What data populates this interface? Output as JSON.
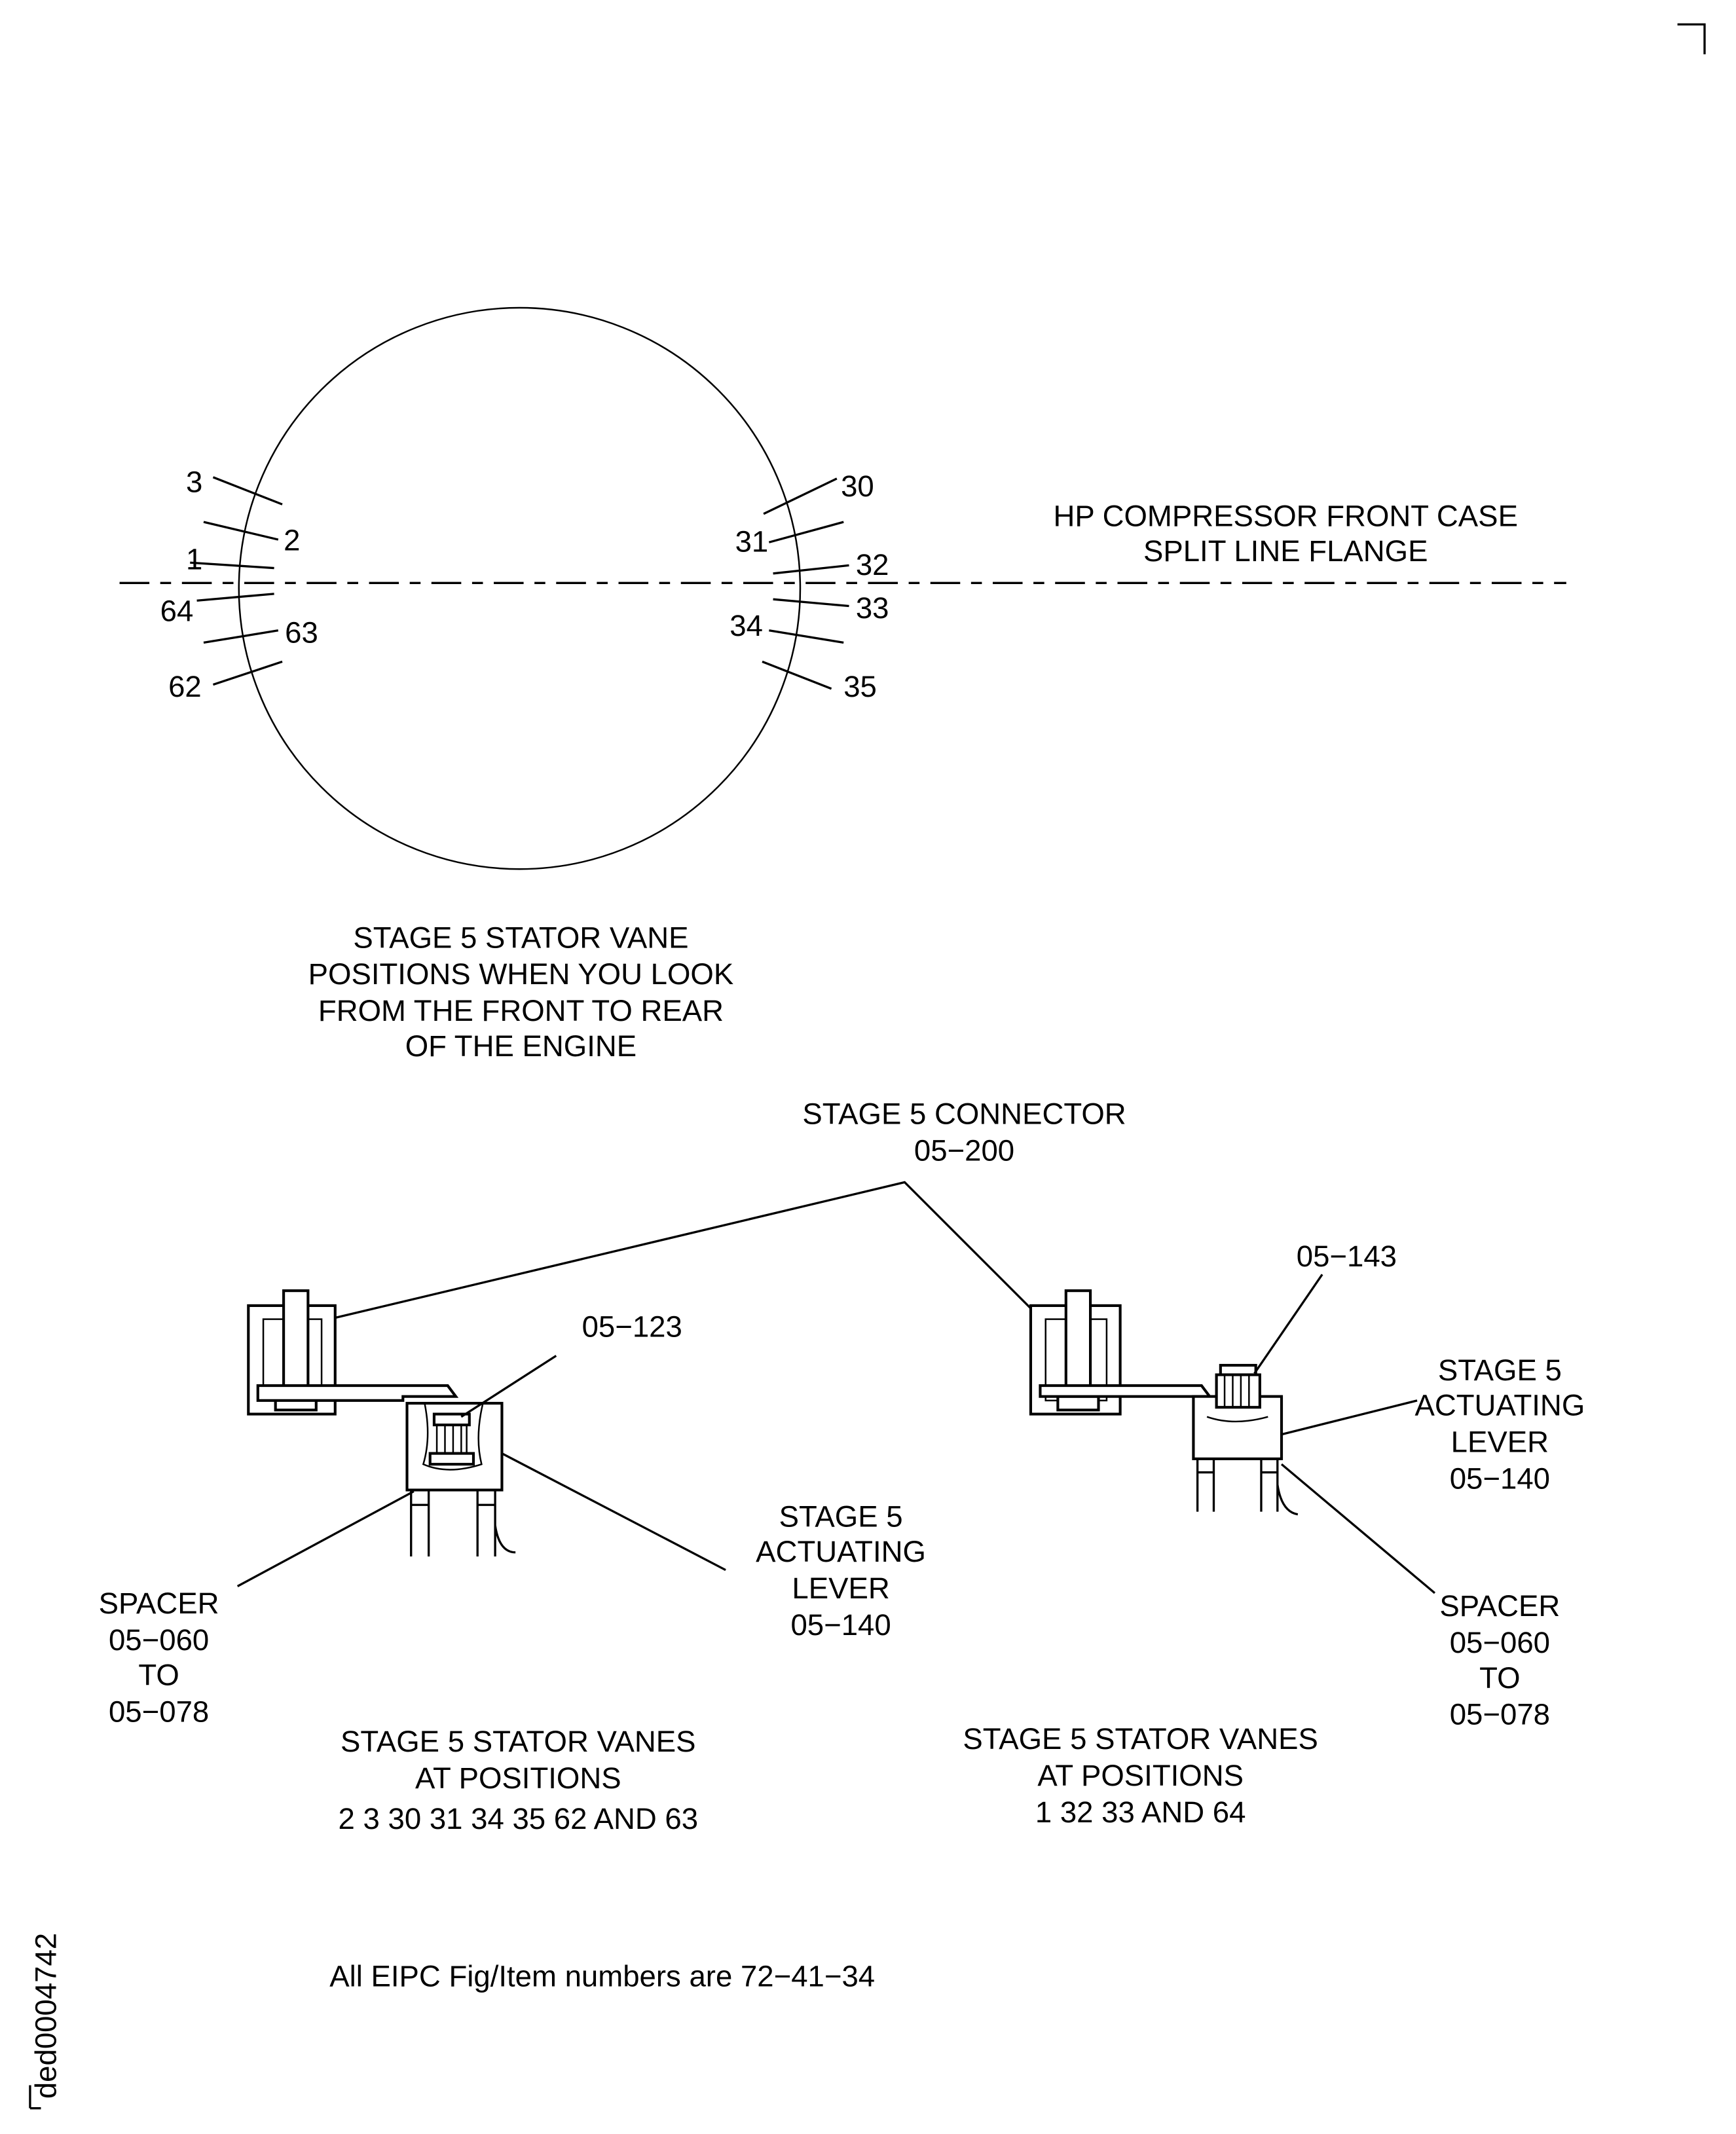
{
  "top_view": {
    "left_positions": [
      "3",
      "2",
      "1",
      "64",
      "63",
      "62"
    ],
    "right_positions": [
      "30",
      "31",
      "32",
      "33",
      "34",
      "35"
    ],
    "flange_label": [
      "HP COMPRESSOR FRONT CASE",
      "SPLIT LINE FLANGE"
    ],
    "caption": [
      "STAGE 5 STATOR VANE",
      "POSITIONS WHEN YOU LOOK",
      "FROM THE FRONT TO REAR",
      "OF THE ENGINE"
    ]
  },
  "connector": {
    "title": "STAGE 5 CONNECTOR",
    "number": "05−200"
  },
  "left_detail": {
    "nut": "05−123",
    "lever": [
      "STAGE 5",
      "ACTUATING",
      "LEVER",
      "05−140"
    ],
    "spacer": [
      "SPACER",
      "05−060",
      "TO",
      "05−078"
    ],
    "caption": [
      "STAGE 5 STATOR VANES",
      "AT POSITIONS",
      "2  3  30  31  34  35  62  AND  63"
    ]
  },
  "right_detail": {
    "nut": "05−143",
    "lever": [
      "STAGE 5",
      "ACTUATING",
      "LEVER",
      "05−140"
    ],
    "spacer": [
      "SPACER",
      "05−060",
      "TO",
      "05−078"
    ],
    "caption": [
      "STAGE 5 STATOR VANES",
      "AT POSITIONS",
      "1  32  33  AND  64"
    ]
  },
  "footnote": "All EIPC Fig/Item numbers are 72−41−34",
  "drawing_id": "ded0004742"
}
